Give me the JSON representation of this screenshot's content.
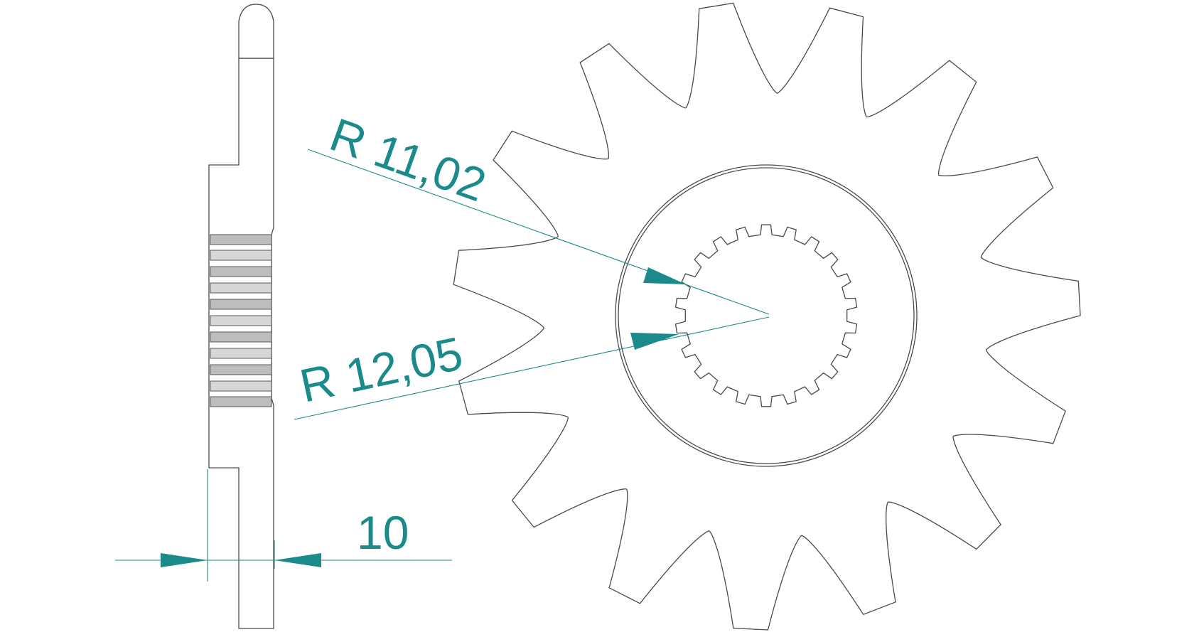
{
  "dimensions": {
    "radius_outer_label": "R  12,05",
    "radius_inner_label": "R  11,02",
    "thickness_label": "10"
  },
  "colors": {
    "dimension": "#1a8a8a",
    "part_fill": "#c9c9c9",
    "part_outline": "#4a4a4a"
  },
  "sprocket": {
    "teeth": 15,
    "spline_teeth": 22
  }
}
